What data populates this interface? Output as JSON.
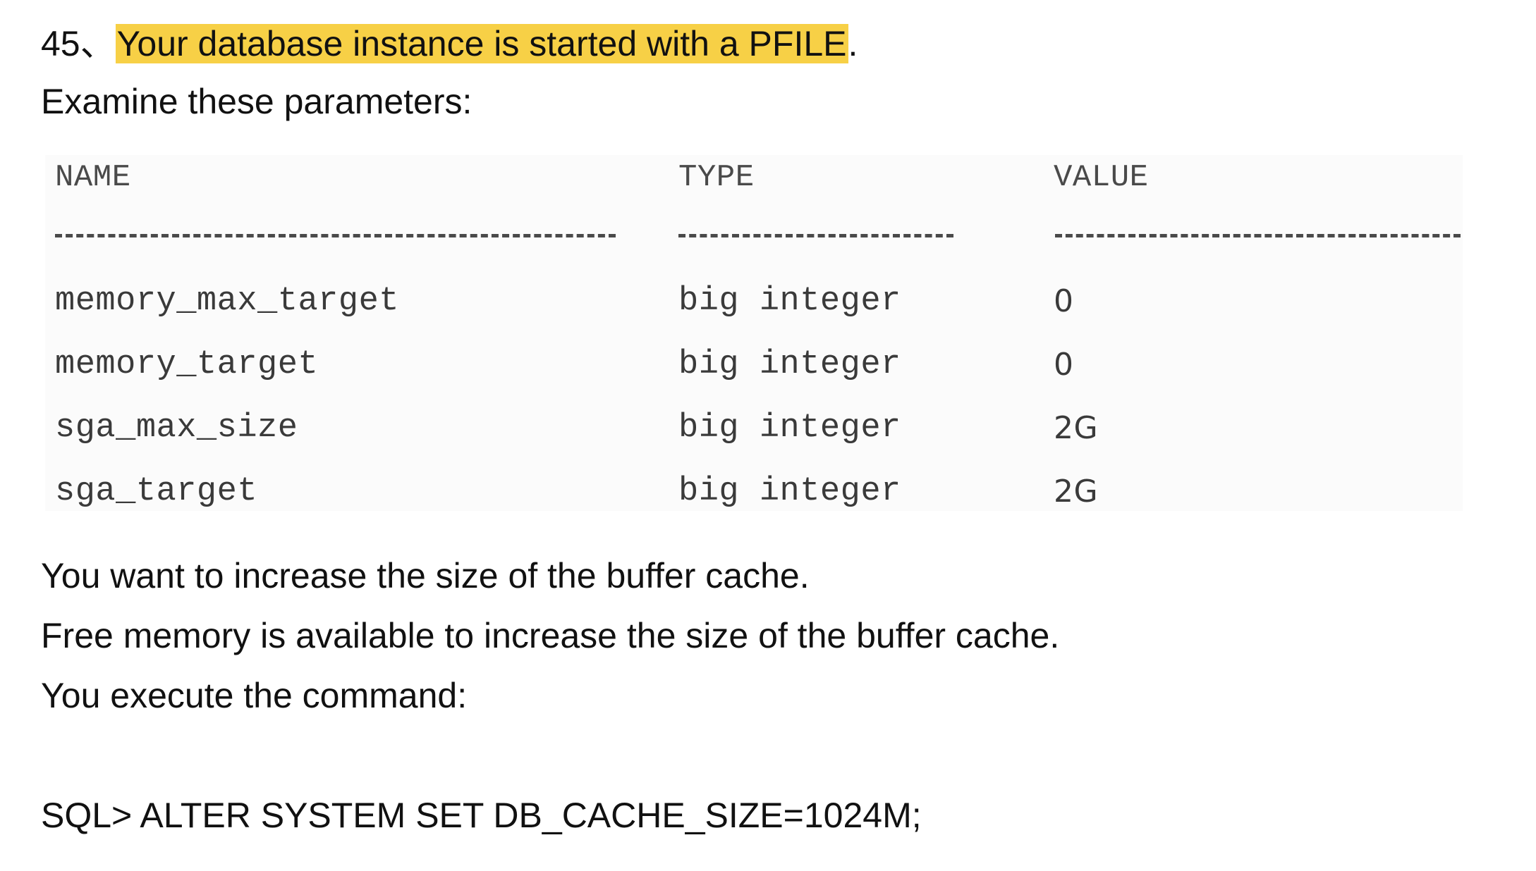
{
  "question": {
    "number": "45、",
    "highlight": "Your database instance is started with a PFILE",
    "highlight_trailing": ".",
    "intro": "Examine these parameters:"
  },
  "table": {
    "headers": {
      "name": "NAME",
      "type": "TYPE",
      "value": "VALUE"
    },
    "rows": [
      {
        "name": "memory_max_target",
        "type": "big integer",
        "value": "0"
      },
      {
        "name": "memory_target",
        "type": "big integer",
        "value": "0"
      },
      {
        "name": "sga_max_size",
        "type": "big integer",
        "value": "2G"
      },
      {
        "name": "sga_target",
        "type": "big integer",
        "value": "2G"
      }
    ]
  },
  "body_lines": [
    "You want to increase the size of the buffer cache.",
    "Free memory is available to increase the size of the buffer cache.",
    "You execute the command:"
  ],
  "sql_command": "SQL> ALTER SYSTEM SET DB_CACHE_SIZE=1024M;",
  "colors": {
    "highlight": "#f7d046",
    "text": "#111111",
    "mono_text": "#3a3a3a"
  }
}
